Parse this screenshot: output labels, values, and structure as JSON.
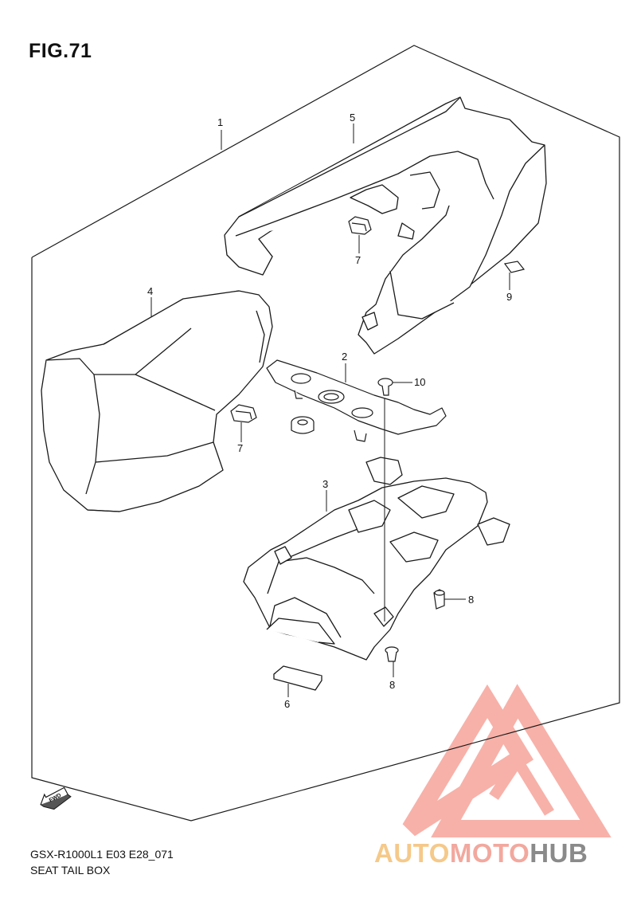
{
  "figure": {
    "title": "FIG.71"
  },
  "callouts": [
    {
      "id": "1",
      "label": "1"
    },
    {
      "id": "5",
      "label": "5"
    },
    {
      "id": "7a",
      "label": "7"
    },
    {
      "id": "9",
      "label": "9"
    },
    {
      "id": "4",
      "label": "4"
    },
    {
      "id": "2",
      "label": "2"
    },
    {
      "id": "10",
      "label": "10"
    },
    {
      "id": "7b",
      "label": "7"
    },
    {
      "id": "3",
      "label": "3"
    },
    {
      "id": "8a",
      "label": "8"
    },
    {
      "id": "8b",
      "label": "8"
    },
    {
      "id": "6",
      "label": "6"
    }
  ],
  "fwd_label": "FWD",
  "footer": {
    "model": "GSX-R1000L1 E03 E28_071",
    "name": "SEAT TAIL BOX"
  },
  "watermark": {
    "part1": "AUTO",
    "part2": "MOTO",
    "part3": "HUB"
  },
  "colors": {
    "line": "#1a1a1a",
    "watermark_red": "#f08a80",
    "watermark_orange": "#f5c98a",
    "watermark_gray": "#8a8a8a"
  }
}
